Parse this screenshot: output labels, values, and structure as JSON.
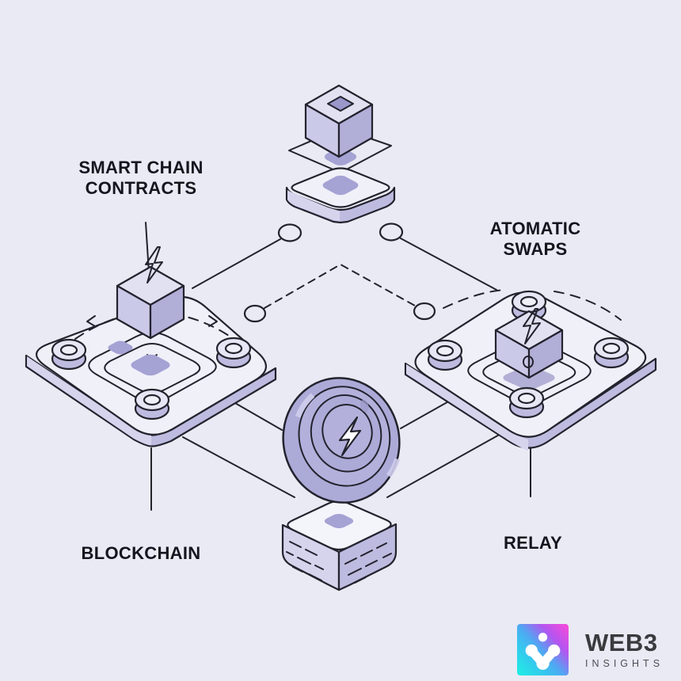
{
  "labels": {
    "smart_chain_contracts": {
      "line1": "SMART CHAIN",
      "line2": "CONTRACTS"
    },
    "atomic_swaps": {
      "line1": "ATOMATIC",
      "line2": "SWAPS"
    },
    "blockchain": "BLOCKCHAIN",
    "relay": "RELAY"
  },
  "logo": {
    "brand": "WEB3",
    "tagline": "INSIGHTS"
  },
  "icons": {
    "smart_contract_cube": "lightning-bolt-outline",
    "swap_cube": "lightning-bolt-outline",
    "relay_coin": "lightning-bolt",
    "connector": "circle-node",
    "logo_mark": "molecule"
  },
  "diagram": {
    "nodes": [
      {
        "id": "hub-platform",
        "label": ""
      },
      {
        "id": "left-platform",
        "top_label": "SMART CHAIN CONTRACTS",
        "bottom_label": "BLOCKCHAIN"
      },
      {
        "id": "right-platform",
        "top_label": "ATOMATIC SWAPS",
        "bottom_label": "RELAY"
      },
      {
        "id": "coin",
        "label": ""
      },
      {
        "id": "bottom-box",
        "label": ""
      }
    ],
    "connections": [
      {
        "from": "hub-platform",
        "to": "left-platform",
        "style": "solid-with-node"
      },
      {
        "from": "hub-platform",
        "to": "right-platform",
        "style": "solid-with-node"
      },
      {
        "from": "left-platform",
        "to": "right-platform",
        "style": "dashed-with-nodes"
      },
      {
        "from": "left-platform",
        "to": "coin",
        "style": "solid"
      },
      {
        "from": "right-platform",
        "to": "coin",
        "style": "solid"
      },
      {
        "from": "left-platform",
        "to": "bottom-box",
        "style": "solid"
      },
      {
        "from": "right-platform",
        "to": "bottom-box",
        "style": "solid"
      }
    ]
  },
  "colors": {
    "bg": "#e9eaf3",
    "ink": "#23232e",
    "label-ink": "#15151d",
    "platform-top": "#f0f0f9",
    "box-top": "#f4f4fb",
    "rim-light": "#d6d4ed",
    "rim-dark": "#bdbbdf",
    "puck-top": "#e7e6f4",
    "cube-top": "#e2e1f2",
    "cube-left": "#cbc9e8",
    "cube-right": "#b1aed7",
    "cube-cap": "#9a97cb",
    "blob": "#a5a2d4",
    "shadow": "#9e9bc9",
    "coin-body": "#acaad7",
    "coin-face": "#b3b1dc",
    "coin-highlight": "#cfcdec",
    "bolt-fill": "#ffffff",
    "logo-cyan": "#1ef0e2",
    "logo-blue": "#4fa8f2",
    "logo-purple": "#b455f0",
    "logo-magenta": "#fb49d8",
    "logo-text": "#3a3a3f",
    "logo-sub": "#4c4f55"
  }
}
